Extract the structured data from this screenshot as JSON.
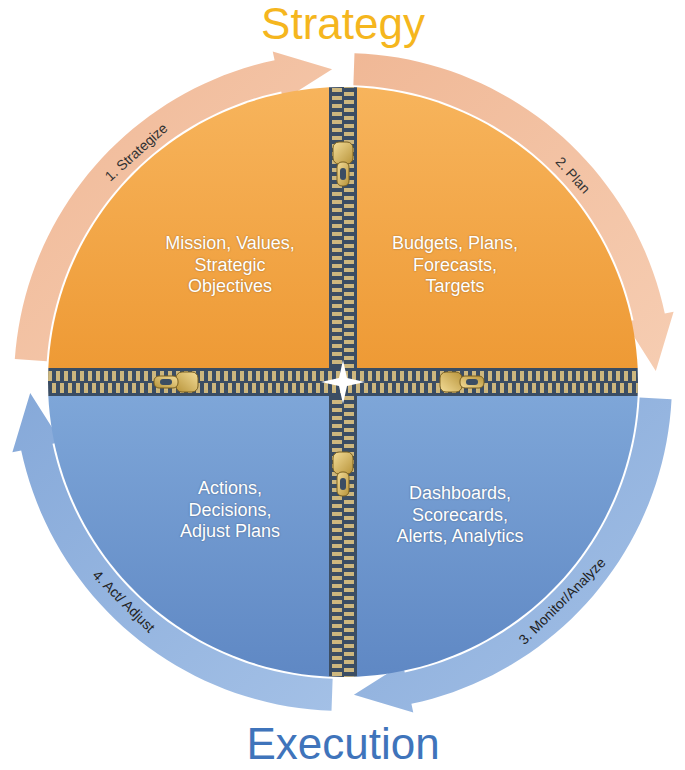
{
  "diagram": {
    "nodes": [
      {
        "text": [
          "Mission, Values, Strategic Objectives"
        ]
      },
      {
        "text": [
          "Budgets, Plans, Forecasts, Targets"
        ]
      },
      {
        "text": [
          "Actions, Decisions, Adjust Plans"
        ]
      },
      {
        "text": [
          "Dashboards, Scorecards, Alerts, Analytics"
        ]
      }
    ],
    "labels": [
      "Strategy",
      "1. Strategize",
      "2. Plan",
      "3. Monitor/Analyze",
      "4. Act/ Adjust",
      "Execution"
    ]
  }
}
